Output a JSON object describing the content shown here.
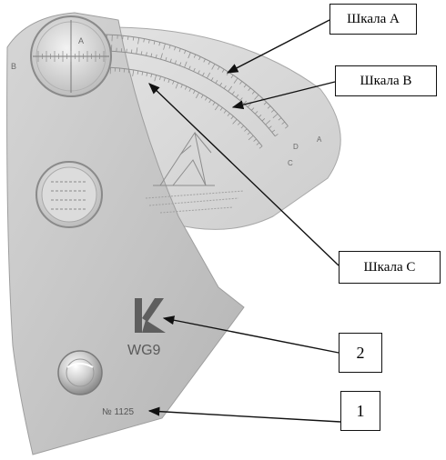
{
  "labels": {
    "scale_a": "Шкала А",
    "scale_b": "Шкала В",
    "scale_c": "Шкала С",
    "num_2": "2",
    "num_1": "1"
  },
  "gauge": {
    "model": "WG9",
    "serial": "№ 1125",
    "dial_letter": "A",
    "mark_b": "B",
    "mark_c": "C",
    "mark_d": "D"
  },
  "colors": {
    "plate": "#c9c9c9",
    "plate_edge": "#9e9e9e",
    "engraving": "#6a6a6a",
    "logo": "#5e5e5e",
    "leader": "#111111"
  }
}
